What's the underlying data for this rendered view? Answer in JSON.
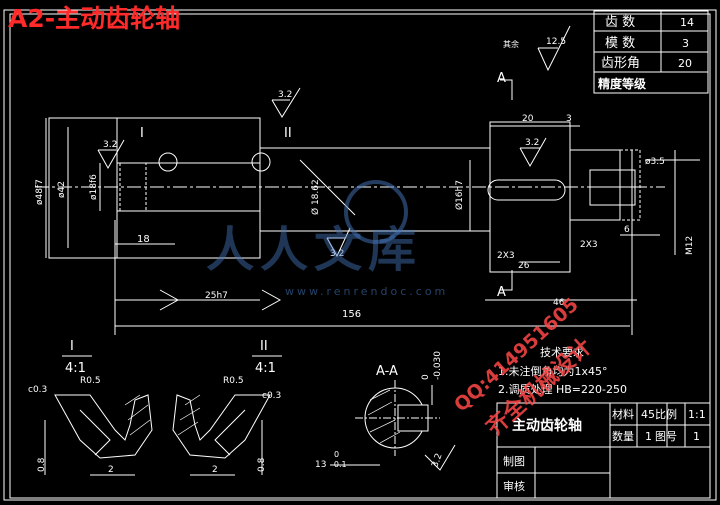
{
  "header": {
    "title": "A2-主动齿轮轴"
  },
  "param_table": [
    {
      "label": "齿  数",
      "value": "14"
    },
    {
      "label": "模  数",
      "value": "3"
    },
    {
      "label": "齿形角",
      "value": "20"
    },
    {
      "label": "精度等级",
      "value": ""
    }
  ],
  "roughness": {
    "rest_label": "其余",
    "rest_value": "12.5",
    "value_32": "3.2"
  },
  "section_marks": {
    "i": "I",
    "ii": "II",
    "a": "A",
    "aa": "A-A"
  },
  "dims": {
    "d48": "ø48f7",
    "d42": "ø42",
    "d18f6": "ø18f6",
    "len18": "18",
    "d18_6": "Ø 18.62",
    "d16h7": "Ø16h7",
    "len20": "20",
    "len3": "3",
    "d35": "ø3.5",
    "m12": "M12",
    "len6": "6",
    "len26": "26",
    "len46": "46",
    "len25h7": "25h7",
    "len156": "156",
    "ch2x3": "2X3",
    "ch2x3b": "2X3"
  },
  "details": {
    "i_label": "I",
    "i_scale": "4:1",
    "ii_label": "II",
    "ii_scale": "4:1",
    "r05": "R0.5",
    "c03": "c0.3",
    "dim2": "2",
    "dim08": "0.8"
  },
  "section": {
    "tol_top": "0",
    "tol_bottom": "-0.030",
    "dim13": "13",
    "tol13_top": "0",
    "tol13_bottom": "-0.1",
    "rough": "3.2"
  },
  "notes": {
    "heading": "技术要求",
    "line1": "1.未注倒角均为1x45°",
    "line2": "2.调质处理  HB=220-250"
  },
  "title_block": {
    "part_name": "主动齿轮轴",
    "material_label": "材料",
    "material_value": "45",
    "scale_label": "比例",
    "scale_value": "1:1",
    "qty_label": "数量",
    "qty_value": "1",
    "drawing_no_label": "图号",
    "drawing_no_value": "1",
    "drawn_label": "制图",
    "check_label": "审核"
  },
  "watermarks": {
    "qq": "QQ:414951605",
    "design": "齐全机械设计",
    "site": "人人文库",
    "url": "www.renrendoc.com"
  }
}
